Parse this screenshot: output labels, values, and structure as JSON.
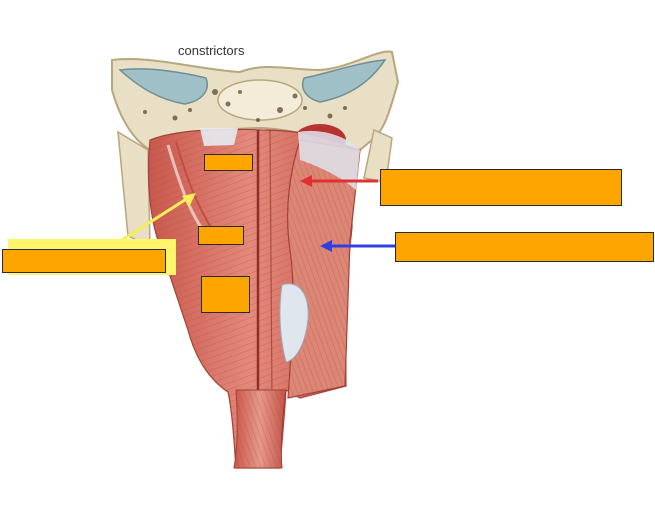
{
  "title": "constrictors",
  "colors": {
    "label_fill": "#ffa500",
    "label_border": "#2a2a2a",
    "arrow_red": "#e03030",
    "arrow_blue": "#3040e0",
    "arrow_yellow": "#f4ef5a",
    "muscle": "#d9776a",
    "bone": "#e8dcc0"
  },
  "labels": [
    {
      "id": "left-label",
      "text": ""
    },
    {
      "id": "label-upper-center",
      "text": ""
    },
    {
      "id": "label-middle-center",
      "text": ""
    },
    {
      "id": "label-lower-center",
      "text": ""
    },
    {
      "id": "label-right-upper",
      "text": ""
    },
    {
      "id": "label-right-lower",
      "text": ""
    }
  ],
  "arrows": [
    {
      "id": "yellow-arrow",
      "color": "yellow"
    },
    {
      "id": "red-arrow",
      "color": "red"
    },
    {
      "id": "blue-arrow",
      "color": "blue"
    }
  ]
}
